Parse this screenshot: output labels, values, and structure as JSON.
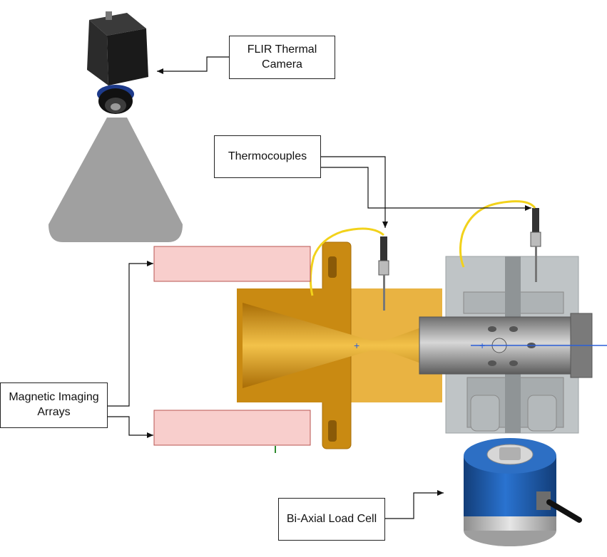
{
  "labels": {
    "camera_line1": "FLIR Thermal",
    "camera_line2": "Camera",
    "thermocouples": "Thermocouples",
    "magnetic_line1": "Magnetic Imaging",
    "magnetic_line2": "Arrays",
    "load_cell": "Bi-Axial Load Cell"
  },
  "colors": {
    "nozzle_front": "#c98a12",
    "nozzle_back": "#e9b342",
    "fixture": "#b9bec1",
    "load_cell_body": "#1f5fb0",
    "array_fill": "#f8cecc",
    "array_stroke": "#b85450",
    "camera_cone": "#a0a0a0",
    "wire": "#f2d21b"
  },
  "icons": [
    "camera-icon",
    "thermocouple-icon",
    "load-cell-icon",
    "nozzle-icon"
  ]
}
